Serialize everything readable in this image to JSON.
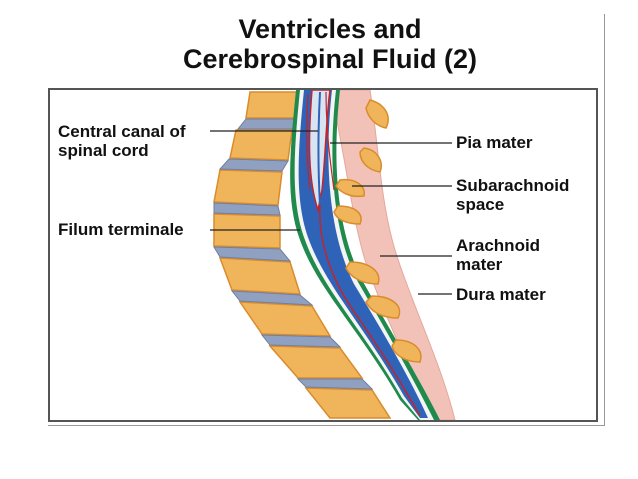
{
  "title": {
    "line1": "Ventricles and",
    "line2": "Cerebrospinal Fluid (2)"
  },
  "labels": {
    "central_canal_1": "Central canal of",
    "central_canal_2": "spinal cord",
    "filum_terminale": "Filum terminale",
    "pia_mater": "Pia mater",
    "subarachnoid_1": "Subarachnoid",
    "subarachnoid_2": "space",
    "arachnoid_1": "Arachnoid",
    "arachnoid_2": "mater",
    "dura_mater": "Dura mater"
  },
  "colors": {
    "bone": "#f0b45a",
    "bone_dark": "#d98c2c",
    "disc": "#8fa0c0",
    "csf": "#2f63b8",
    "dura": "#1f8a4c",
    "pia": "#c0262c",
    "ligament": "#f2c2b8"
  }
}
